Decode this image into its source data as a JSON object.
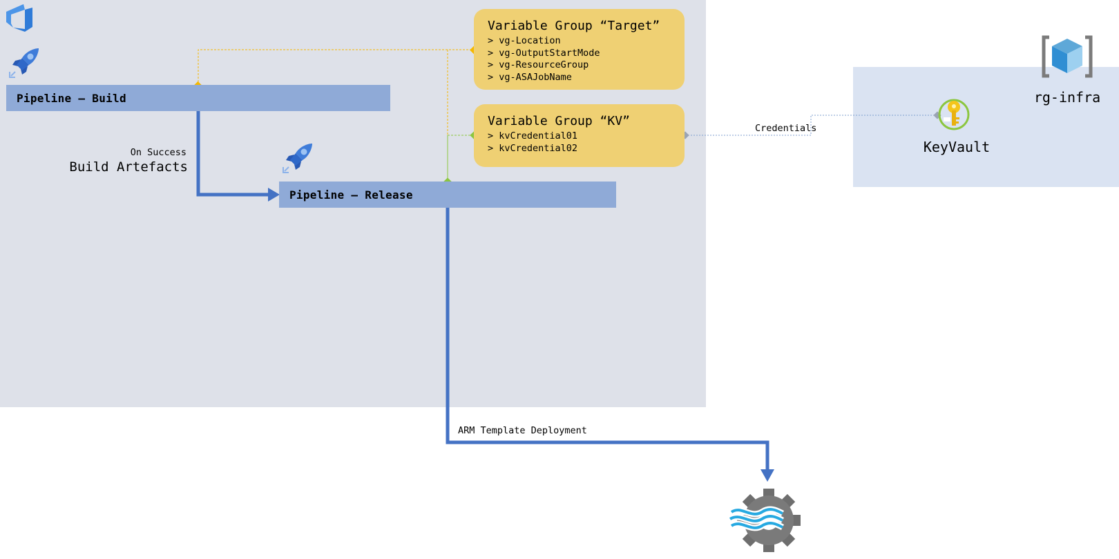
{
  "pipelines": {
    "build": {
      "label": "Pipeline – Build"
    },
    "release": {
      "label": "Pipeline – Release"
    }
  },
  "variable_groups": [
    {
      "title": "Variable Group “Target”",
      "items": [
        "> vg-Location",
        "> vg-OutputStartMode",
        "> vg-ResourceGroup",
        "> vg-ASAJobName"
      ]
    },
    {
      "title": "Variable Group “KV”",
      "items": [
        "> kvCredential01",
        "> kvCredential02"
      ]
    }
  ],
  "edges": {
    "build_to_release": {
      "condition": "On Success",
      "label": "Build Artefacts"
    },
    "keyvault_to_vg": {
      "label": "Credentials"
    },
    "release_to_target": {
      "label": "ARM Template Deployment"
    }
  },
  "resource_group": {
    "label": "rg-infra"
  },
  "keyvault": {
    "label": "KeyVault"
  },
  "icons": {
    "devops": "azure-devops-icon",
    "build_pipeline": "pipelines-rocket-icon",
    "release_pipeline": "pipelines-rocket-icon",
    "resource_group": "resource-group-cube-icon",
    "keyvault": "key-vault-icon",
    "target": "stream-analytics-gear-icon"
  },
  "colors": {
    "devops_area": "#dee1e9",
    "infra_area": "#dae3f2",
    "pipeline_bar": "#8faad7",
    "variable_group": "#efd073",
    "flow_arrow": "#4472c4",
    "target_connector": "#f5b800",
    "kv_connector": "#8cc63f",
    "credentials_connector": "#7f9fcf"
  }
}
